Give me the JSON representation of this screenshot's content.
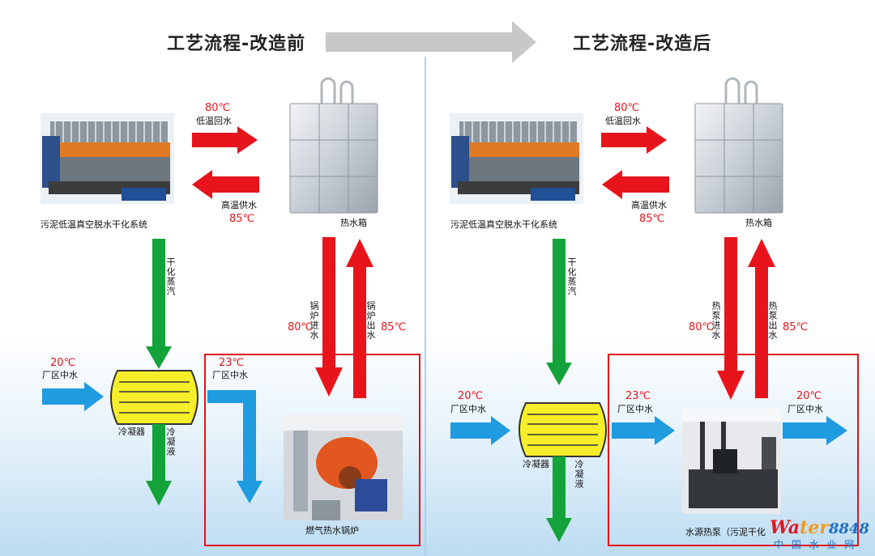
{
  "titles": {
    "before": "工艺流程-改造前",
    "after": "工艺流程-改造后"
  },
  "labels": {
    "dryer": "污泥低温真空脱水干化系统",
    "tank": "热水箱",
    "condenser": "冷凝器",
    "condensate": "冷凝液",
    "dry_steam": "干化蒸汽",
    "low_return": "低温回水",
    "high_supply": "高温供水",
    "plant_water": "厂区中水",
    "boiler_in": "锅炉进水",
    "boiler_out": "锅炉出水",
    "boiler": "燃气热水锅炉",
    "hp_in": "热泵进水",
    "hp_out": "热泵出水",
    "heatpump": "水源热泵（污泥干化"
  },
  "temps": {
    "t80": "80℃",
    "t85": "85℃",
    "t20": "20℃",
    "t23": "23℃"
  },
  "watermark": {
    "brand_a": "Wa",
    "brand_b": "ter",
    "num": "8848",
    "cn": "中 国 水 业 网"
  },
  "colors": {
    "red": "#e8141c",
    "green": "#14a33a",
    "blue": "#1f9be0",
    "box": "#e3121b",
    "grey": "#c8c8c8",
    "yellow": "#f7ee2a"
  }
}
